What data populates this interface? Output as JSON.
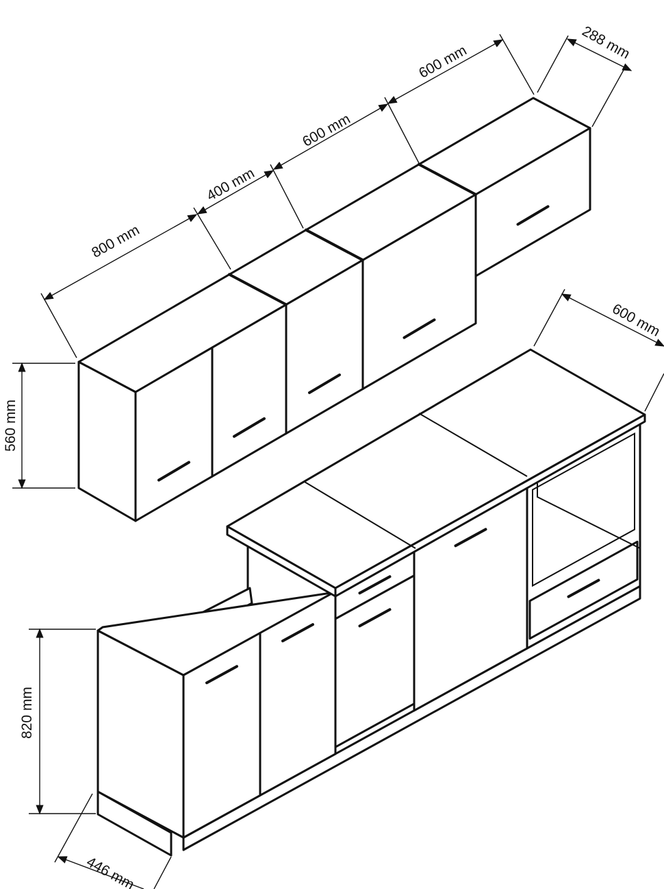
{
  "title": "Kitchen cabinet set dimensions",
  "upper": {
    "widths": [
      "800 mm",
      "400 mm",
      "600 mm",
      "600 mm"
    ],
    "depth": "288 mm",
    "height": "560 mm"
  },
  "lower": {
    "depth_counter": "600 mm",
    "height": "820 mm",
    "depth_base": "446 mm"
  }
}
